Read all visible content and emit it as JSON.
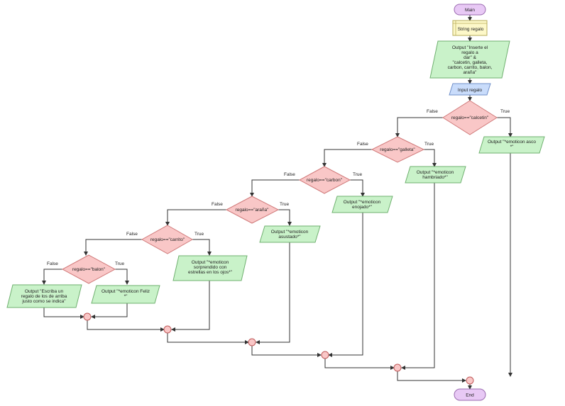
{
  "colors": {
    "terminal_fill": "#e8c9f5",
    "terminal_stroke": "#9a6ab0",
    "declare_fill": "#fdf8c9",
    "declare_stroke": "#b8ad5a",
    "output_fill": "#c9f2c9",
    "output_stroke": "#6fb06f",
    "input_fill": "#c9dcfb",
    "input_stroke": "#6f8fc9",
    "decision_fill": "#f9c7c7",
    "decision_stroke": "#d07a7a",
    "connector_fill": "#f9c7c7",
    "connector_stroke": "#c05a5a"
  },
  "nodes": {
    "start": {
      "label": "Main"
    },
    "declare": {
      "label": "String regalo"
    },
    "prompt": {
      "lines": [
        "Output \"Inserte el",
        "regalo a",
        "dar\" &",
        "\"calcetin, galleta,",
        "carbon, carrito, balon,",
        "araña\""
      ]
    },
    "input": {
      "label": "Input regalo"
    },
    "d1": {
      "label": "regalo==\"calcetin\""
    },
    "d2": {
      "label": "regalo==\"galleta\""
    },
    "d3": {
      "label": "regalo==\"carbon\""
    },
    "d4": {
      "label": "regalo==\"araña\""
    },
    "d5": {
      "label": "regalo==\"carrito\""
    },
    "d6": {
      "label": "regalo==\"balon\""
    },
    "o1": {
      "lines": [
        "Output \"*emoticon asco",
        "*\""
      ]
    },
    "o2": {
      "lines": [
        "Output \"*emoticon",
        "hambriado*\""
      ]
    },
    "o3": {
      "lines": [
        "Output \"*emoticon",
        "enojado*\""
      ]
    },
    "o4": {
      "lines": [
        "Output \"*emoticon",
        "asustado*\""
      ]
    },
    "o5": {
      "lines": [
        "Output \"*emoticon",
        "sorprendido con",
        "estrellas en los ojos*\""
      ]
    },
    "o6": {
      "lines": [
        "Output \"*emoticon Feliz",
        "*\""
      ]
    },
    "o7": {
      "lines": [
        "Output \"Escriba un",
        "regalo de los de arriba",
        "justo como se indica\""
      ]
    },
    "end": {
      "label": "End"
    }
  },
  "edge_labels": {
    "true": "True",
    "false": "False"
  }
}
